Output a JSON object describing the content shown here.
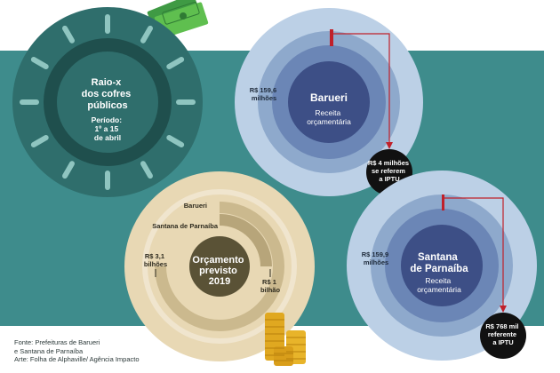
{
  "colors": {
    "teal_band": "#3e8c8c",
    "dark_teal": "#2f6e6c",
    "darker_teal": "#1f4f4d",
    "blue_outer": "#bcd0e6",
    "blue_mid": "#8ea9cc",
    "blue_inner": "#6b86b6",
    "blue_center": "#3d4f86",
    "beige_outer": "#e8d8b4",
    "beige_mid": "#cbb98e",
    "beige_center": "#5a5236",
    "red": "#c0202a"
  },
  "raiox": {
    "title_lines": [
      "Raio-x",
      "dos cofres",
      "públicos"
    ],
    "period_lines": [
      "Período:",
      "1º a 15",
      "de abril"
    ]
  },
  "barueri": {
    "title": "Barueri",
    "subtitle_lines": [
      "Receita",
      "orçamentária"
    ],
    "value_lines": [
      "R$ 159,6",
      "milhões"
    ],
    "iptu_lines": [
      "R$ 4 milhões",
      "se referem",
      "a IPTU"
    ]
  },
  "santana": {
    "title_lines": [
      "Santana",
      "de Parnaíba"
    ],
    "subtitle_lines": [
      "Receita",
      "orçamentária"
    ],
    "value_lines": [
      "R$ 159,9",
      "milhões"
    ],
    "iptu_lines": [
      "R$ 768 mil",
      "referente",
      "a IPTU"
    ]
  },
  "orcamento": {
    "title_lines": [
      "Orçamento",
      "previsto",
      "2019"
    ],
    "ring_labels": [
      "Barueri",
      "Santana de Parnaíba"
    ],
    "left_value_lines": [
      "R$ 3,1",
      "bilhões"
    ],
    "right_value_lines": [
      "R$ 1",
      "bilhão"
    ]
  },
  "footer": {
    "lines": [
      "Fonte: Prefeituras de Barueri",
      "e Santana de Parnaíba",
      "Arte: Folha de Alphaville/ Agência Impacto"
    ]
  }
}
